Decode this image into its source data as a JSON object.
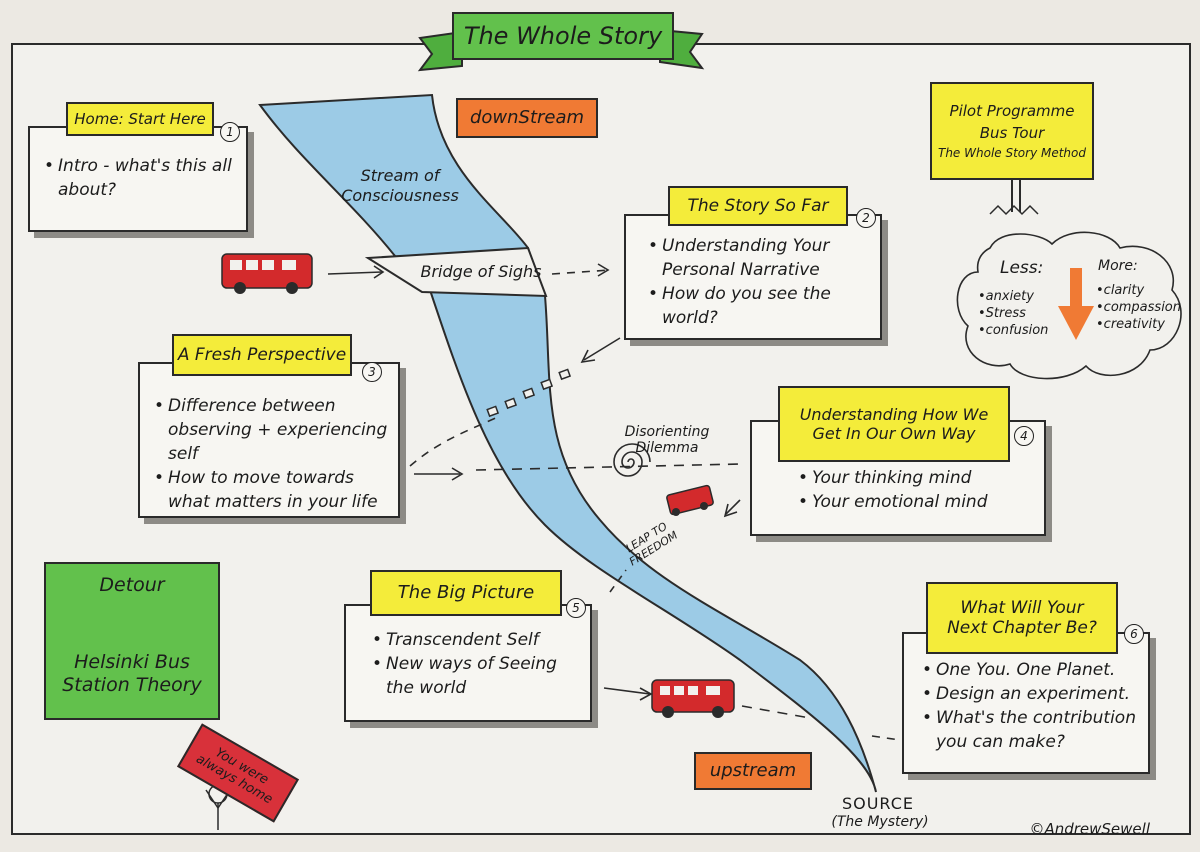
{
  "title": "The Whole Story",
  "downstream_label": "downStream",
  "upstream_label": "upstream",
  "river": {
    "stream_label": "Stream of Consciousness",
    "bridge_label": "Bridge of Sighs",
    "dilemma_label": "Disorienting Dilemma",
    "leap_label": "LEAP TO FREEDOM"
  },
  "source_label": "SOURCE",
  "source_sub": "(The Mystery)",
  "signature": "©AndrewSewell",
  "section1": {
    "title": "Home: Start Here",
    "num": "1",
    "items": [
      "Intro - what's this all about?"
    ]
  },
  "section2": {
    "title": "The Story So Far",
    "num": "2",
    "items": [
      "Understanding Your Personal Narrative",
      "How do you see the world?"
    ]
  },
  "section3": {
    "title": "A Fresh Perspective",
    "num": "3",
    "items": [
      "Difference between observing + experiencing self",
      "How to move towards what matters in your life"
    ]
  },
  "section4": {
    "title": "Understanding How We Get In Our Own Way",
    "num": "4",
    "items": [
      "Your thinking mind",
      "Your emotional mind"
    ]
  },
  "section5": {
    "title": "The Big Picture",
    "num": "5",
    "items": [
      "Transcendent Self",
      "New ways of Seeing the world"
    ]
  },
  "section6": {
    "title": "What Will Your Next Chapter Be?",
    "num": "6",
    "items": [
      "One You. One Planet.",
      "Design an experiment.",
      "What's the contribution you can make?"
    ]
  },
  "pilot": {
    "line1": "Pilot Programme",
    "line2": "Bus Tour",
    "line3": "The Whole Story Method"
  },
  "cloud": {
    "less_title": "Less:",
    "more_title": "More:",
    "less_items": [
      "•anxiety",
      "•Stress",
      "•confusion"
    ],
    "more_items": [
      "•clarity",
      "•compassion",
      "•creativity"
    ]
  },
  "detour": {
    "title": "Detour",
    "line1": "Helsinki Bus",
    "line2": "Station Theory"
  },
  "home_sign": {
    "line1": "You were",
    "line2": "always home"
  },
  "colors": {
    "yellow": "#f4ec3a",
    "orange": "#f07a34",
    "green": "#62c14c",
    "red": "#d8313a",
    "river": "#9ccbe6",
    "bus": "#d32a2c"
  }
}
